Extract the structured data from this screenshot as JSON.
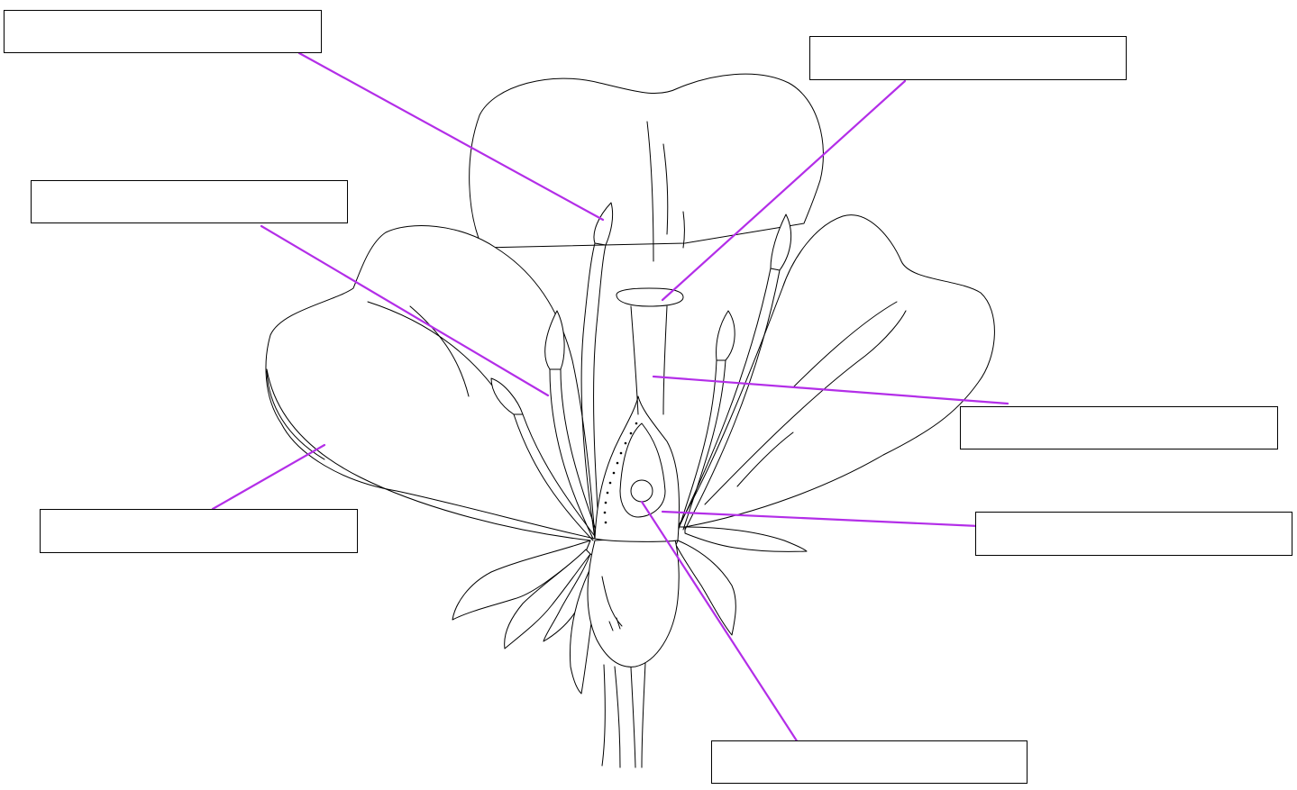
{
  "diagram": {
    "labels": [
      {
        "id": "anther",
        "text": ""
      },
      {
        "id": "stigma",
        "text": ""
      },
      {
        "id": "filament",
        "text": ""
      },
      {
        "id": "style",
        "text": ""
      },
      {
        "id": "petal",
        "text": ""
      },
      {
        "id": "ovary",
        "text": ""
      },
      {
        "id": "ovule",
        "text": ""
      }
    ]
  },
  "colors": {
    "leader_line": "#b32ee8",
    "outline": "#000000",
    "background": "#ffffff"
  }
}
